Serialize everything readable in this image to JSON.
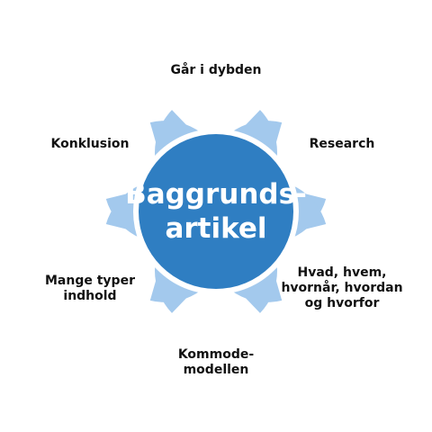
{
  "diagram": {
    "center": {
      "text": "Baggrunds-\nartikel",
      "color": "#2f7ec2",
      "border_color": "#ffffff"
    },
    "petals": [
      {
        "id": "top",
        "text": "Går i dybden"
      },
      {
        "id": "upper-right",
        "text": "Research"
      },
      {
        "id": "lower-right",
        "text": "Hvad, hvem,\nhvornår, hvordan\nog hvorfor"
      },
      {
        "id": "bottom",
        "text": "Kommode-\nmodellen"
      },
      {
        "id": "lower-left",
        "text": "Mange typer\nindhold"
      },
      {
        "id": "upper-left",
        "text": "Konklusion"
      }
    ],
    "petal_color": "#a3c9ed",
    "petal_text_color": "#111111"
  }
}
